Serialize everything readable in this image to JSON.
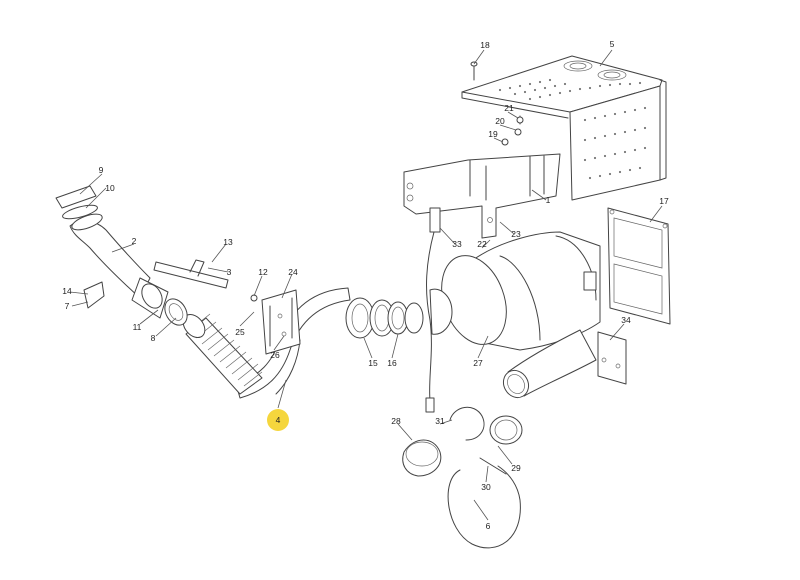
{
  "diagram": {
    "callouts": [
      {
        "id": "c1",
        "label": "1"
      },
      {
        "id": "c2",
        "label": "2"
      },
      {
        "id": "c3",
        "label": "3"
      },
      {
        "id": "c4",
        "label": "4",
        "highlighted": true
      },
      {
        "id": "c5",
        "label": "5"
      },
      {
        "id": "c6",
        "label": "6"
      },
      {
        "id": "c7",
        "label": "7"
      },
      {
        "id": "c8",
        "label": "8"
      },
      {
        "id": "c9",
        "label": "9"
      },
      {
        "id": "c10",
        "label": "10"
      },
      {
        "id": "c11",
        "label": "11"
      },
      {
        "id": "c12",
        "label": "12"
      },
      {
        "id": "c13",
        "label": "13"
      },
      {
        "id": "c14",
        "label": "14"
      },
      {
        "id": "c15",
        "label": "15"
      },
      {
        "id": "c16",
        "label": "16"
      },
      {
        "id": "c17",
        "label": "17"
      },
      {
        "id": "c18",
        "label": "18"
      },
      {
        "id": "c19",
        "label": "19"
      },
      {
        "id": "c20",
        "label": "20"
      },
      {
        "id": "c21",
        "label": "21"
      },
      {
        "id": "c22",
        "label": "22"
      },
      {
        "id": "c23",
        "label": "23"
      },
      {
        "id": "c24",
        "label": "24"
      },
      {
        "id": "c25",
        "label": "25"
      },
      {
        "id": "c26",
        "label": "26"
      },
      {
        "id": "c27",
        "label": "27"
      },
      {
        "id": "c28",
        "label": "28"
      },
      {
        "id": "c29",
        "label": "29"
      },
      {
        "id": "c30",
        "label": "30"
      },
      {
        "id": "c31",
        "label": "31"
      },
      {
        "id": "c33",
        "label": "33"
      },
      {
        "id": "c34",
        "label": "34"
      }
    ],
    "highlight_color": "#f5d63d",
    "line_color": "#444444"
  }
}
